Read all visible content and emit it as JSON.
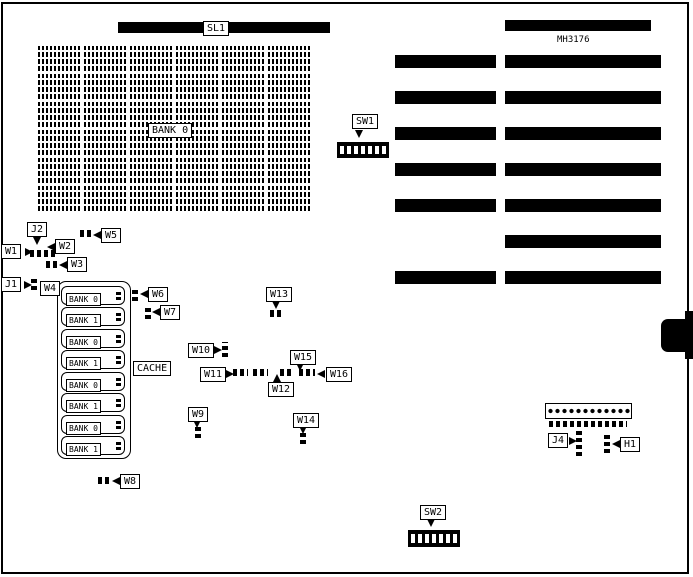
{
  "labels": {
    "sl1": "SL1",
    "mh3176": "MH3176",
    "chip_bank": "BANK 0",
    "sw1": "SW1",
    "sw2": "SW2",
    "cache": "CACHE",
    "j1": "J1",
    "j2": "J2",
    "j4": "J4",
    "h1": "H1",
    "w1": "W1",
    "w2": "W2",
    "w3": "W3",
    "w4": "W4",
    "w5": "W5",
    "w6": "W6",
    "w7": "W7",
    "w8": "W8",
    "w9": "W9",
    "w10": "W10",
    "w11": "W11",
    "w12": "W12",
    "w13": "W13",
    "w14": "W14",
    "w15": "W15",
    "w16": "W16"
  },
  "simm_sockets": [
    "BANK 0",
    "BANK 1",
    "BANK 0",
    "BANK 1",
    "BANK 0",
    "BANK 1",
    "BANK 0",
    "BANK 1"
  ]
}
